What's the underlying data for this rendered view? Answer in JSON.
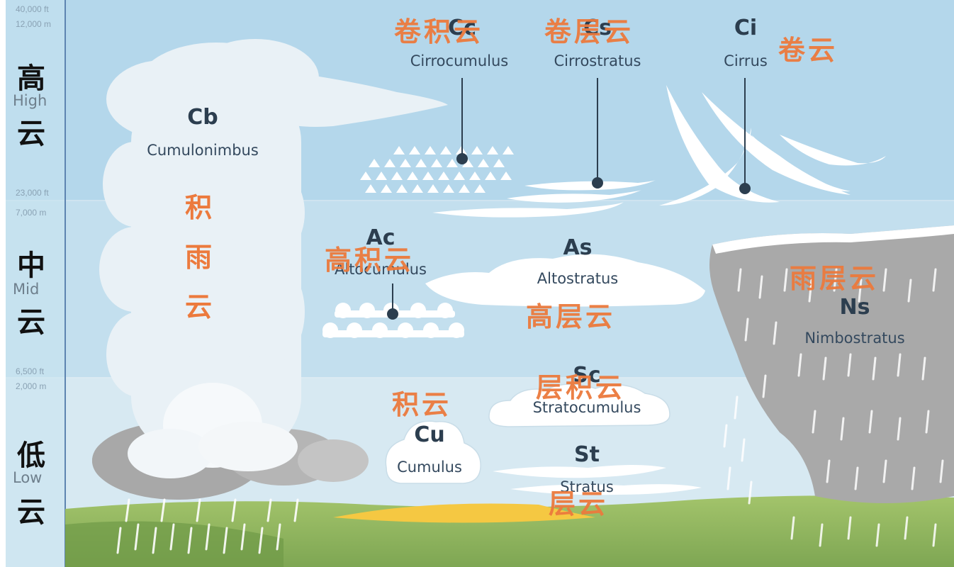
{
  "altitudes": {
    "a40000ft": "40,000 ft",
    "a12000m": "12,000 m",
    "a23000ft": "23,000 ft",
    "a7000m": "7,000 m",
    "a6500ft": "6,500 ft",
    "a2000m": "2,000 m"
  },
  "bands": {
    "high_cn_top": "高",
    "high_en": "High",
    "high_cn_bottom": "云",
    "mid_cn_top": "中",
    "mid_en": "Mid",
    "mid_cn_bottom": "云",
    "low_cn_top": "低",
    "low_en": "Low",
    "low_cn_bottom": "云"
  },
  "clouds": {
    "cc": {
      "abbr": "Cc",
      "name": "Cirrocumulus",
      "cn": "卷积云"
    },
    "cs": {
      "abbr": "Cs",
      "name": "Cirrostratus",
      "cn": "卷层云"
    },
    "ci": {
      "abbr": "Ci",
      "name": "Cirrus",
      "cn": "卷云"
    },
    "cb": {
      "abbr": "Cb",
      "name": "Cumulonimbus",
      "cn": "积雨云"
    },
    "ac": {
      "abbr": "Ac",
      "name": "Altocumulus",
      "cn": "高积云"
    },
    "as": {
      "abbr": "As",
      "name": "Altostratus",
      "cn": "高层云"
    },
    "ns": {
      "abbr": "Ns",
      "name": "Nimbostratus",
      "cn": "雨层云"
    },
    "sc": {
      "abbr": "Sc",
      "name": "Stratocumulus",
      "cn": "层积云"
    },
    "cu": {
      "abbr": "Cu",
      "name": "Cumulus",
      "cn": "积云"
    },
    "st": {
      "abbr": "St",
      "name": "Stratus",
      "cn": "层云"
    }
  },
  "colors": {
    "sky_high": "#b7d8ea",
    "sky_mid": "#c7e1ef",
    "sky_low": "#d9ebf3",
    "cloud_white": "#ffffff",
    "cloud_grey": "#a9a9a9",
    "ground_green": "#8fb35e",
    "annotation_orange": "#ec7a3d"
  }
}
